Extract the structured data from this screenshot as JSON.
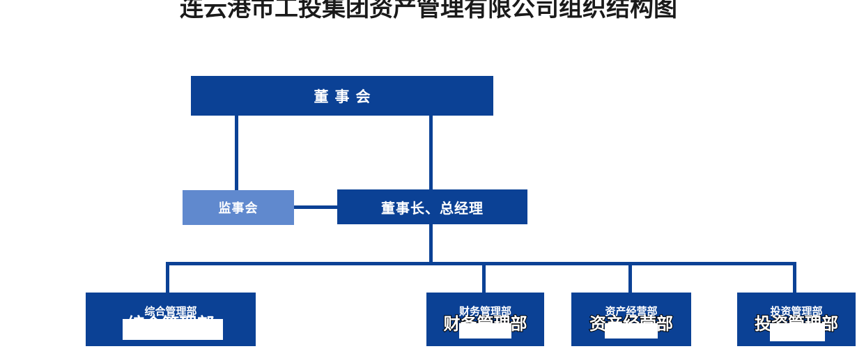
{
  "page": {
    "title": "连云港市工投集团资产管理有限公司组织结构图",
    "background_color": "#ffffff",
    "accent_dark": "#0B4195",
    "accent_light": "#6089CE",
    "text_on_accent": "#ffffff",
    "title_color": "#1a1a1a"
  },
  "chart_data": {
    "type": "diagram",
    "diagram_kind": "org-chart",
    "title": "连云港市工投集团资产管理有限公司组织结构图",
    "nodes": [
      {
        "id": "board",
        "label": "董事会",
        "level": 1,
        "style": "dark"
      },
      {
        "id": "super",
        "label": "监事会",
        "level": 2,
        "style": "light"
      },
      {
        "id": "chair",
        "label": "董事长、总经理",
        "level": 2,
        "style": "dark"
      },
      {
        "id": "dept1",
        "label": "综合管理部",
        "level": 3,
        "style": "dark"
      },
      {
        "id": "dept2",
        "label": "财务管理部",
        "level": 3,
        "style": "dark"
      },
      {
        "id": "dept3",
        "label": "资产经营部",
        "level": 3,
        "style": "dark"
      },
      {
        "id": "dept4",
        "label": "投资管理部",
        "level": 3,
        "style": "dark"
      }
    ],
    "edges": [
      {
        "from": "board",
        "to": "super"
      },
      {
        "from": "board",
        "to": "chair"
      },
      {
        "from": "super",
        "to": "chair",
        "kind": "lateral"
      },
      {
        "from": "chair",
        "to": "dept1"
      },
      {
        "from": "chair",
        "to": "dept2"
      },
      {
        "from": "chair",
        "to": "dept3"
      },
      {
        "from": "chair",
        "to": "dept4"
      }
    ]
  },
  "board": {
    "label": "董事会"
  },
  "super": {
    "label": "监事会"
  },
  "chair": {
    "label": "董事长、总经理"
  },
  "departments": [
    {
      "label": "综合管理部"
    },
    {
      "label": "财务管理部"
    },
    {
      "label": "资产经营部"
    },
    {
      "label": "投资管理部"
    }
  ]
}
